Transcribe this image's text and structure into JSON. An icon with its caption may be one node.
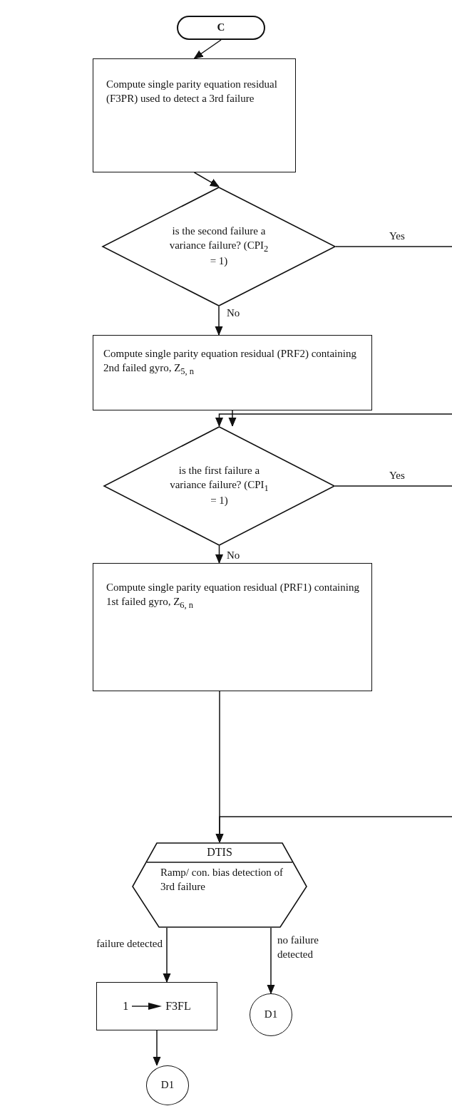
{
  "diagram": {
    "nodes": [
      {
        "text": [
          "C"
        ]
      },
      {
        "text": [
          "Compute single parity equation residual (F3PR) used to detect a 3rd failure"
        ]
      },
      {
        "text": [
          "is the second failure a variance failure? (CPI$_{2}$ = 1)"
        ]
      },
      {
        "text": [
          "Compute single parity equation residual (PRF2) containing 2nd failed gyro, Z$_{5, n}$"
        ]
      },
      {
        "text": [
          "is the first failure a variance failure? (CPI$_{1}$ = 1)"
        ]
      },
      {
        "text": [
          "Compute single parity equation residual (PRF1) containing 1st failed gyro, Z$_{6, n}$"
        ]
      },
      {
        "text": [
          "DTIS",
          "Ramp/ con. bias detection of 3rd failure"
        ]
      },
      {
        "text": [
          "1",
          "F3FL"
        ]
      },
      {
        "text": [
          "D1"
        ]
      },
      {
        "text": [
          "D1"
        ]
      }
    ],
    "edges": [
      {
        "from": 0,
        "to": 1,
        "arrow": "to"
      },
      {
        "from": 1,
        "to": 2,
        "arrow": "to"
      },
      {
        "from": 2,
        "to": 3,
        "arrow": "to",
        "label": "No"
      },
      {
        "from": 2,
        "to": null,
        "arrow": "none",
        "label": "Yes"
      },
      {
        "from": null,
        "to": 4,
        "arrow": "to"
      },
      {
        "from": 3,
        "to": 4,
        "arrow": "to"
      },
      {
        "from": 4,
        "to": null,
        "arrow": "none",
        "label": "Yes"
      },
      {
        "from": 4,
        "to": 5,
        "arrow": "to",
        "label": "No"
      },
      {
        "from": null,
        "to": 6,
        "arrow": "to"
      },
      {
        "from": 5,
        "to": 6,
        "arrow": "to"
      },
      {
        "from": 6,
        "to": 7,
        "arrow": "to",
        "label": "failure detected"
      },
      {
        "from": 6,
        "to": 9,
        "arrow": "to",
        "label": "no failure detected"
      },
      {
        "from": 7,
        "to": 8,
        "arrow": "to"
      }
    ]
  }
}
